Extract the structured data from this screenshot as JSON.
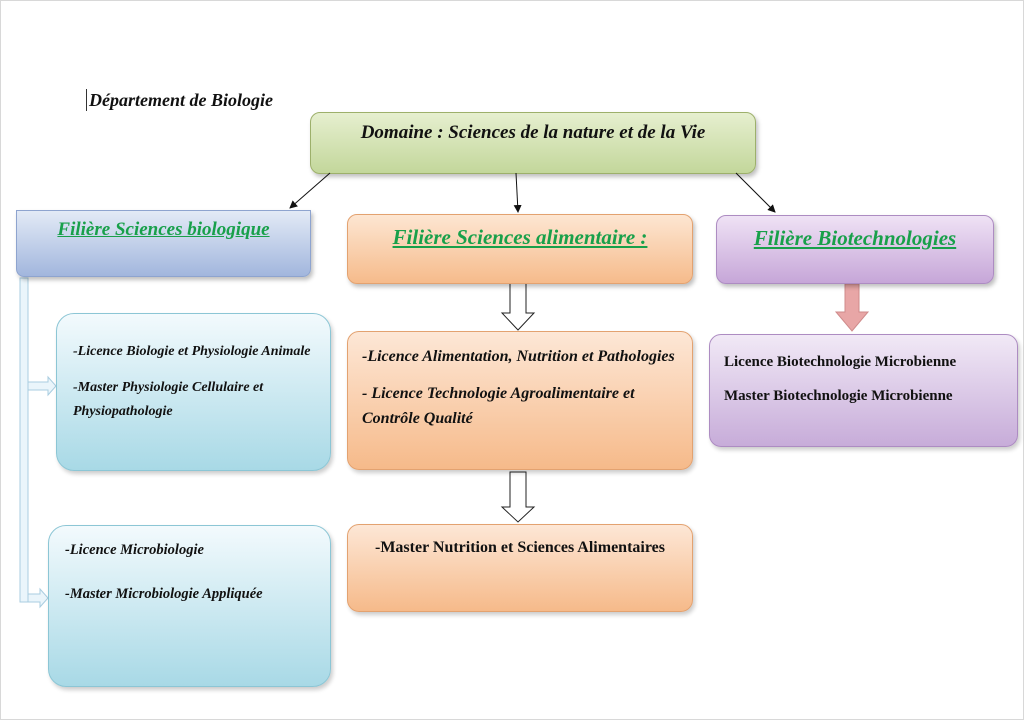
{
  "department_title": "Département de Biologie",
  "domain": "Domaine : Sciences de la nature et de la Vie",
  "filieres": {
    "bio": {
      "title": "Filière Sciences biologique",
      "group1": [
        "-Licence Biologie et Physiologie Animale",
        "-Master Physiologie Cellulaire et Physiopathologie"
      ],
      "group2": [
        "-Licence Microbiologie",
        "-Master Microbiologie Appliquée"
      ]
    },
    "alim": {
      "title": "Filière Sciences alimentaire :",
      "group1": [
        "-Licence Alimentation, Nutrition et Pathologies",
        "- Licence Technologie Agroalimentaire et Contrôle Qualité"
      ],
      "group2": [
        "-Master Nutrition et Sciences Alimentaires"
      ]
    },
    "biotech": {
      "title": "Filière Biotechnologies",
      "group1": [
        "Licence Biotechnologie Microbienne",
        "Master Biotechnologie Microbienne"
      ]
    }
  },
  "colors": {
    "filiere_title": "#18a04a",
    "domain_fill": "#c3d79b",
    "bio_fill": "#a2b6dd",
    "alim_fill": "#f6bb8b",
    "biotech_fill": "#c6a6d8",
    "biotech_arrow": "#e8a6a6"
  }
}
